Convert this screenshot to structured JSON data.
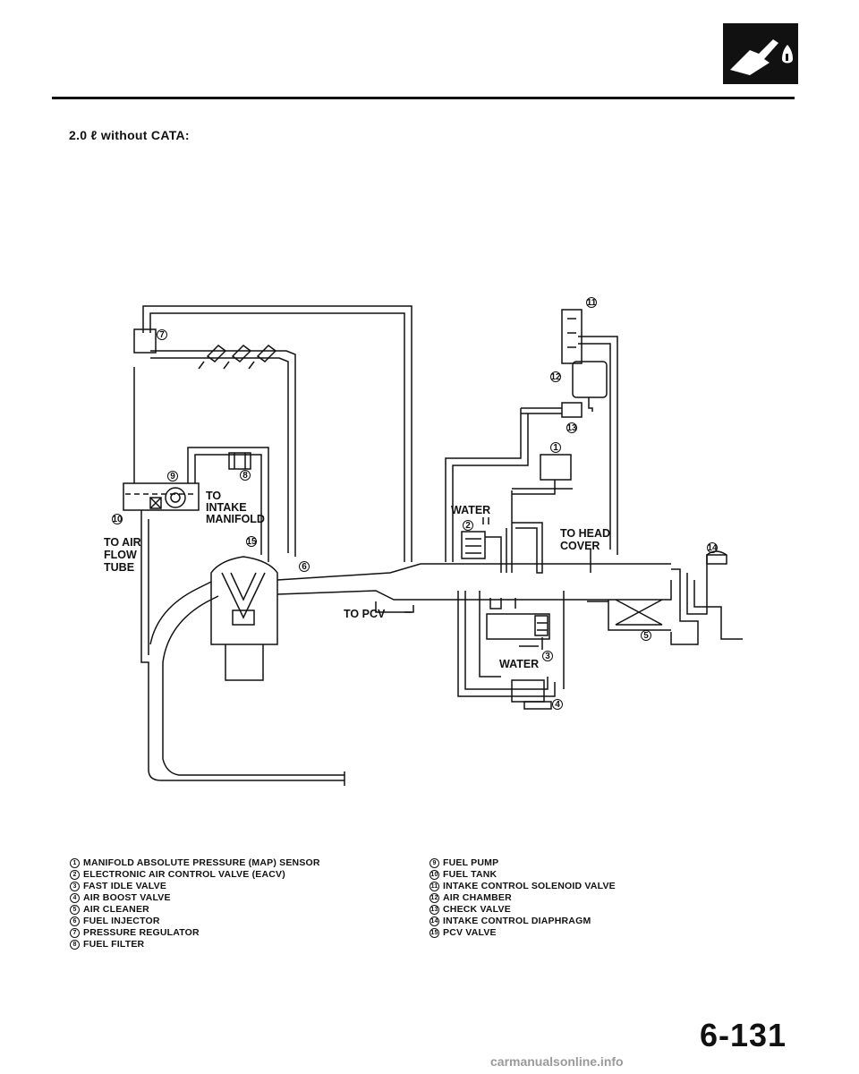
{
  "header": {
    "subtitle": "2.0 ℓ without CATA:",
    "section_icon": "fuel-system-icon"
  },
  "diagram": {
    "labels": {
      "to_intake_manifold": [
        "TO",
        "INTAKE",
        "MANIFOLD"
      ],
      "to_air_flow_tube": [
        "TO AIR",
        "FLOW",
        "TUBE"
      ],
      "water_upper": "WATER",
      "water_lower": "WATER",
      "to_head_cover": [
        "TO HEAD",
        "COVER"
      ],
      "to_pcv": "TO PCV"
    },
    "callouts": [
      "1",
      "2",
      "3",
      "4",
      "5",
      "6",
      "7",
      "8",
      "9",
      "10",
      "11",
      "12",
      "13",
      "14",
      "15"
    ]
  },
  "legend": {
    "left": [
      {
        "num": "1",
        "text": "MANIFOLD ABSOLUTE PRESSURE (MAP) SENSOR"
      },
      {
        "num": "2",
        "text": "ELECTRONIC AIR CONTROL VALVE (EACV)"
      },
      {
        "num": "3",
        "text": "FAST IDLE VALVE"
      },
      {
        "num": "4",
        "text": "AIR BOOST VALVE"
      },
      {
        "num": "5",
        "text": "AIR CLEANER"
      },
      {
        "num": "6",
        "text": "FUEL INJECTOR"
      },
      {
        "num": "7",
        "text": "PRESSURE REGULATOR"
      },
      {
        "num": "8",
        "text": "FUEL FILTER"
      }
    ],
    "right": [
      {
        "num": "9",
        "text": "FUEL PUMP"
      },
      {
        "num": "10",
        "text": "FUEL TANK"
      },
      {
        "num": "11",
        "text": "INTAKE CONTROL SOLENOID VALVE"
      },
      {
        "num": "12",
        "text": "AIR CHAMBER"
      },
      {
        "num": "13",
        "text": "CHECK VALVE"
      },
      {
        "num": "14",
        "text": "INTAKE CONTROL DIAPHRAGM"
      },
      {
        "num": "15",
        "text": "PCV VALVE"
      }
    ]
  },
  "footer": {
    "page_number": "6-131",
    "watermark": "carmanualsonline.info"
  }
}
